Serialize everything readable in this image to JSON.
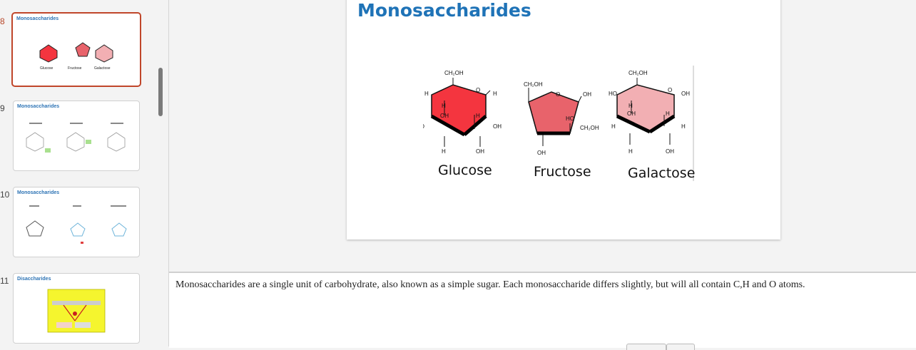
{
  "thumbnails": [
    {
      "number": "8",
      "title": "Monosaccharides",
      "labels": [
        "Glucose",
        "Fructose",
        "Galactose"
      ],
      "selected": true
    },
    {
      "number": "9",
      "title": "Monosaccharides",
      "selected": false
    },
    {
      "number": "10",
      "title": "Monosaccharides",
      "selected": false
    },
    {
      "number": "11",
      "title": "Disaccharides",
      "selected": false
    }
  ],
  "slide": {
    "title": "Monosaccharides",
    "figure": {
      "glucose": {
        "name": "Glucose",
        "labels": {
          "ch2oh": "CH₂OH",
          "o": "O",
          "h_tl": "H",
          "h_tr": "H",
          "h_in1": "H",
          "oh_in": "OH",
          "h_in2": "H",
          "ho": "HO",
          "oh_r": "OH",
          "h_bl": "H",
          "oh_br": "OH"
        },
        "color": "#f4353f"
      },
      "fructose": {
        "name": "Fructose",
        "labels": {
          "ch2oh": "CH₂OH",
          "o": "O",
          "oh_r": "OH",
          "ho_in": "HO",
          "ch2oh_r": "CH₂OH",
          "oh_b": "OH"
        },
        "color": "#e8636b"
      },
      "galactose": {
        "name": "Galactose",
        "labels": {
          "ch2oh": "CH₂OH",
          "ho": "HO",
          "o": "O",
          "oh_tr": "OH",
          "h_in1": "H",
          "oh_in": "OH",
          "h_in2": "H",
          "h_l": "H",
          "h_r": "H",
          "h_bl": "H",
          "oh_br": "OH"
        },
        "color": "#f2afb3"
      }
    }
  },
  "notes": {
    "text": "Monosaccharides are a single unit of carbohydrate, also known as a simple sugar. Each monosaccharide differs slightly, but will all contain C,H and O atoms."
  }
}
